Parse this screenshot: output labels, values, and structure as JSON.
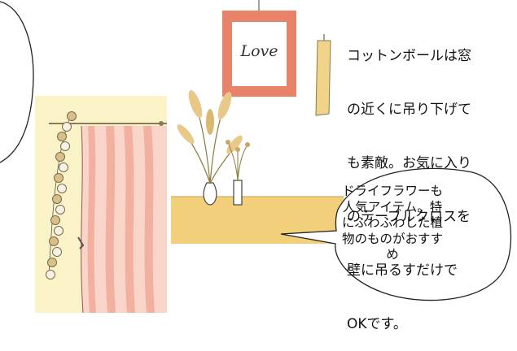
{
  "note": {
    "lines": [
      "コットンボールは窓",
      "の近くに吊り下げて",
      "も素敵。お気に入り",
      "のテーブルクロスを",
      "壁に吊るすだけで",
      "OKです。"
    ]
  },
  "speech_bubble": {
    "text": "ドライフラワーも\n人気アイテム。特\nにふわふわした植\n物のものがおすす\nめ"
  },
  "poster": {
    "text": "Love"
  },
  "colors": {
    "poster_frame": "#e8836a",
    "curtain_stripe": "#f2b0a0",
    "shelf": "#f2cf7a",
    "wall_left": "#fbf3c8",
    "ball_tan": "#d9c08a",
    "ball_white": "#f5f1e6"
  }
}
